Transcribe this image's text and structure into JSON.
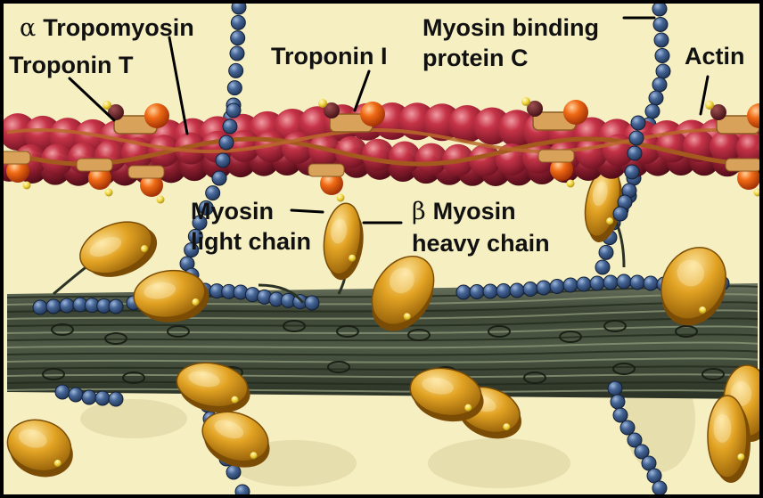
{
  "figure": {
    "colors": {
      "background": "#f6efc2",
      "frame": "#000000",
      "actin_bead": "#b8293e",
      "actin_bead_dark": "#6e1222",
      "tropomyosin": "#a45a1e",
      "troponin_i": "#e8611a",
      "troponin_t": "#d9a25a",
      "myosin_light_chain_bead": "#3d5a83",
      "myosin_head": "#e0a21e",
      "myosin_head_dark": "#9a6508",
      "thick_filament": "#47513f",
      "label_text": "#111111"
    },
    "labels": {
      "alpha_symbol": "α",
      "tropomyosin": "Tropomyosin",
      "troponin_t": "Troponin T",
      "troponin_i": "Troponin I",
      "mybpc_line1": "Myosin binding",
      "mybpc_line2": "protein C",
      "actin": "Actin",
      "mlc_line1": "Myosin",
      "mlc_line2": "light chain",
      "beta_symbol": "β",
      "mhc_line1": "Myosin",
      "mhc_line2": "heavy chain"
    }
  }
}
